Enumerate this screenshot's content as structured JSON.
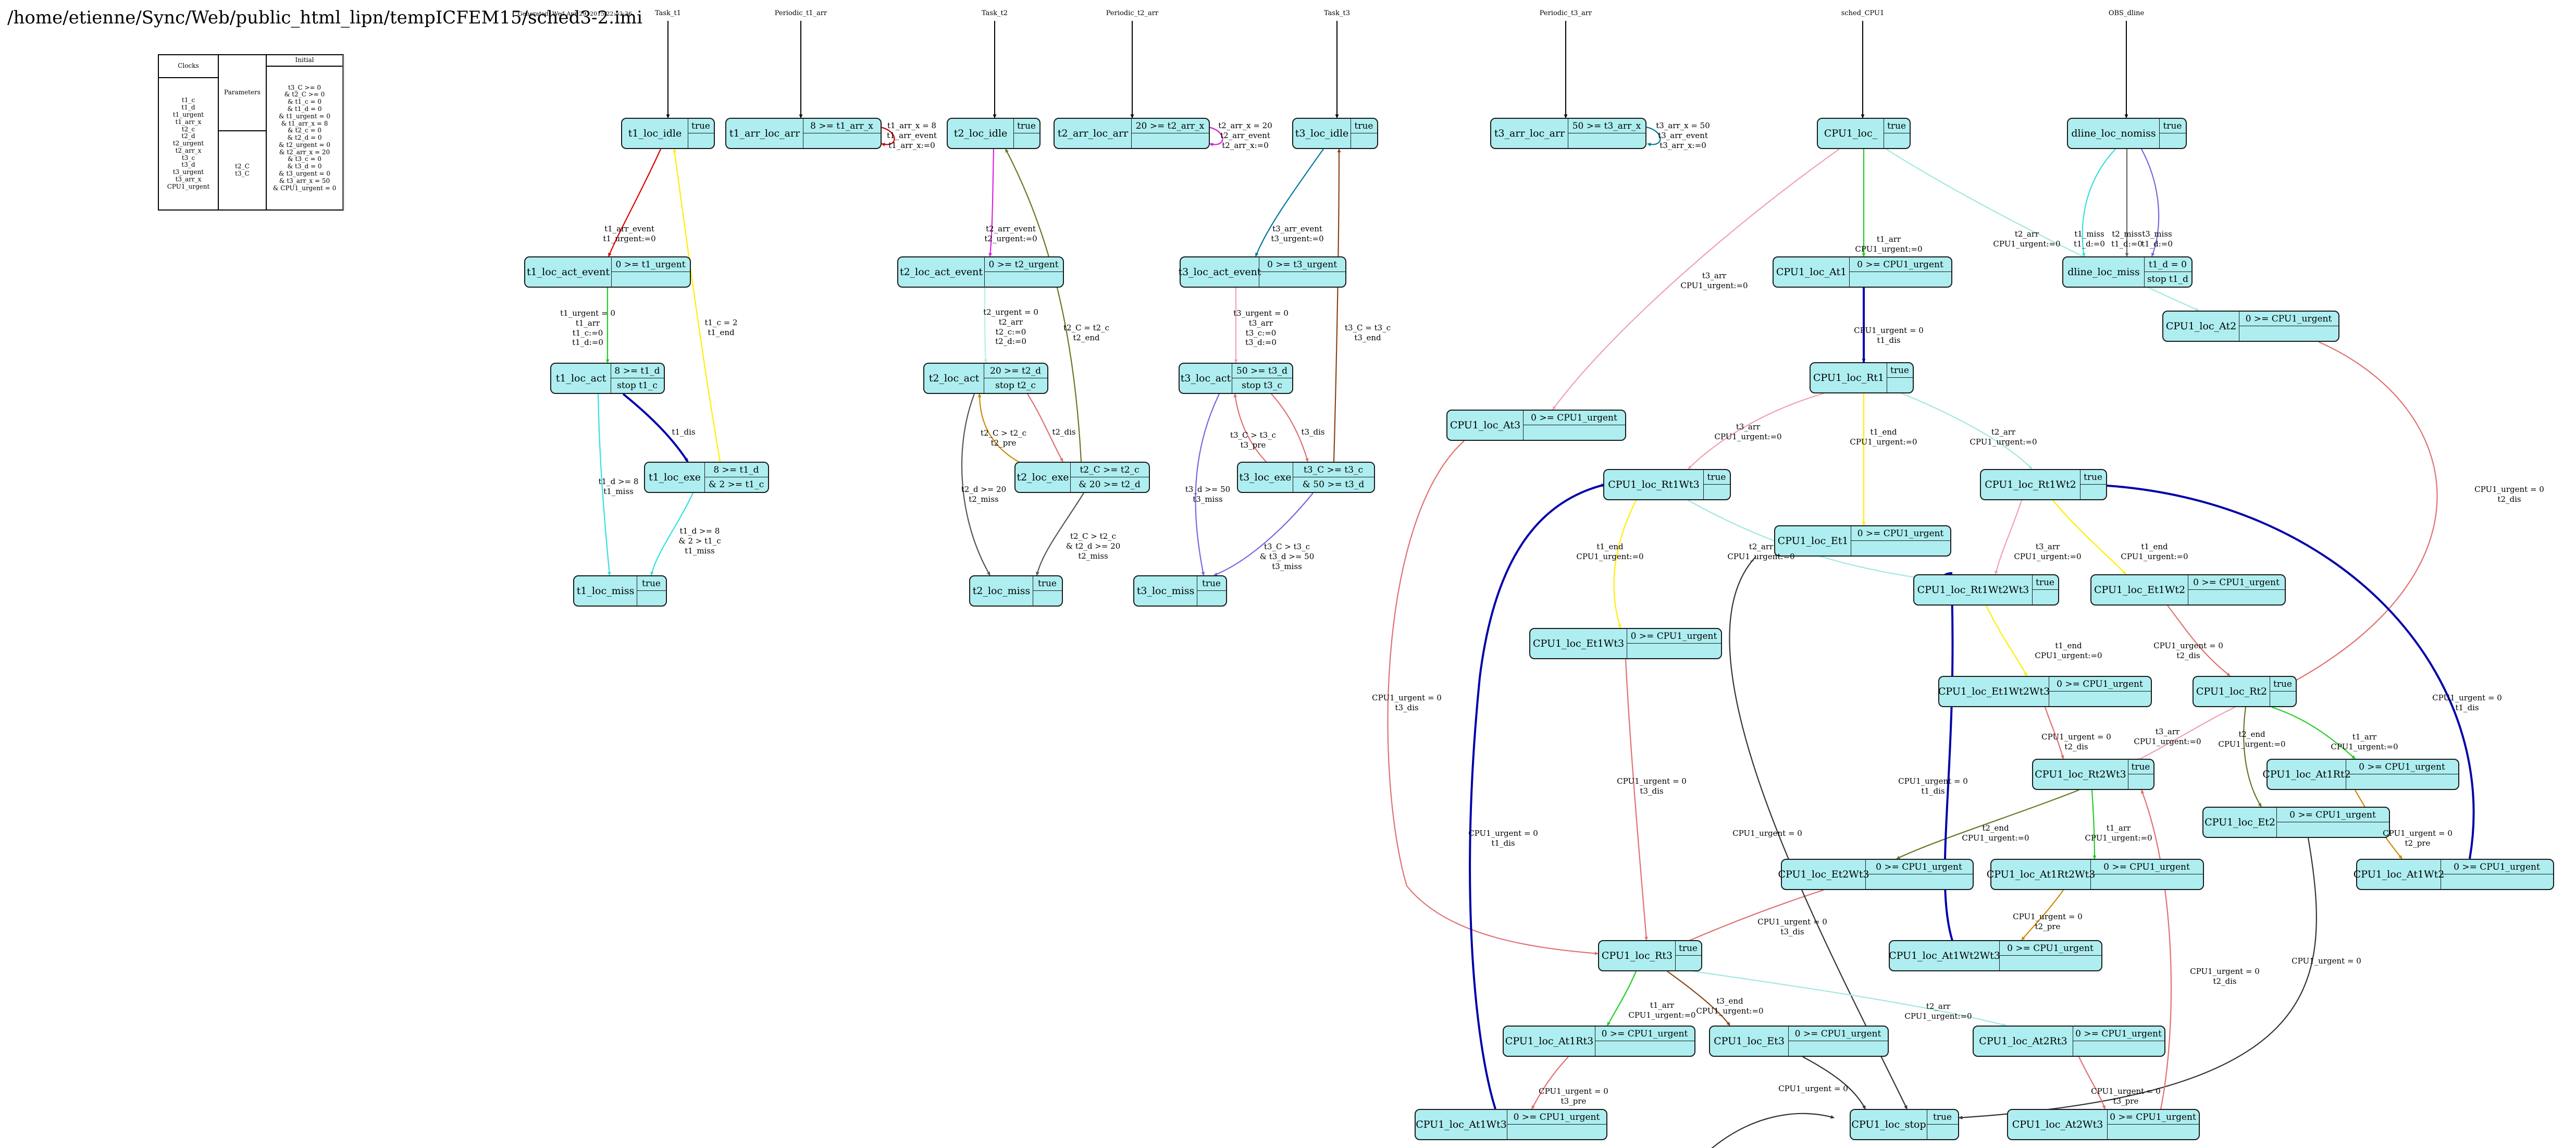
{
  "title": "/home/etienne/Sync/Web/public_html_lipn/tempICFEM15/sched3-2.imi",
  "generated": "Generated: Wed Apr 29, 2015 22:53:36",
  "table": {
    "headers": {
      "clocks": "Clocks",
      "parameters": "Parameters",
      "initial": "Initial"
    },
    "clocks": [
      "t1_c",
      "t1_d",
      "t1_urgent",
      "t1_arr_x",
      "t2_c",
      "t2_d",
      "t2_urgent",
      "t2_arr_x",
      "t3_c",
      "t3_d",
      "t3_urgent",
      "t3_arr_x",
      "CPU1_urgent"
    ],
    "parameters": [
      "t2_C",
      "t3_C"
    ],
    "initial": [
      "t3_C >= 0",
      "& t2_C >= 0",
      "& t1_c = 0",
      "& t1_d = 0",
      "& t1_urgent = 0",
      "& t1_arr_x = 8",
      "& t2_c = 0",
      "& t2_d = 0",
      "& t2_urgent = 0",
      "& t2_arr_x = 20",
      "& t3_c = 0",
      "& t3_d = 0",
      "& t3_urgent = 0",
      "& t3_arr_x = 50",
      "& CPU1_urgent = 0"
    ]
  },
  "automata": [
    {
      "id": "a_t1",
      "label": "Task_t1"
    },
    {
      "id": "a_p1",
      "label": "Periodic_t1_arr"
    },
    {
      "id": "a_t2",
      "label": "Task_t2"
    },
    {
      "id": "a_p2",
      "label": "Periodic_t2_arr"
    },
    {
      "id": "a_t3",
      "label": "Task_t3"
    },
    {
      "id": "a_p3",
      "label": "Periodic_t3_arr"
    },
    {
      "id": "a_cpu",
      "label": "sched_CPU1"
    },
    {
      "id": "a_obs",
      "label": "OBS_dline"
    }
  ],
  "states": [
    {
      "id": "t1_idle",
      "name": "t1_loc_idle",
      "inv": "true"
    },
    {
      "id": "t1_act_event",
      "name": "t1_loc_act_event",
      "inv": "0 >= t1_urgent"
    },
    {
      "id": "t1_act",
      "name": "t1_loc_act",
      "inv": "8 >= t1_d",
      "stop": "stop t1_c"
    },
    {
      "id": "t1_exe",
      "name": "t1_loc_exe",
      "inv": "8 >= t1_d",
      "stop": "& 2 >= t1_c"
    },
    {
      "id": "t1_miss",
      "name": "t1_loc_miss",
      "inv": "true"
    },
    {
      "id": "t1_arr",
      "name": "t1_arr_loc_arr",
      "inv": "8 >= t1_arr_x"
    },
    {
      "id": "t2_idle",
      "name": "t2_loc_idle",
      "inv": "true"
    },
    {
      "id": "t2_act_event",
      "name": "t2_loc_act_event",
      "inv": "0 >= t2_urgent"
    },
    {
      "id": "t2_act",
      "name": "t2_loc_act",
      "inv": "20 >= t2_d",
      "stop": "stop t2_c"
    },
    {
      "id": "t2_exe",
      "name": "t2_loc_exe",
      "inv": "t2_C >= t2_c",
      "stop": "& 20 >= t2_d"
    },
    {
      "id": "t2_miss",
      "name": "t2_loc_miss",
      "inv": "true"
    },
    {
      "id": "t2_arr",
      "name": "t2_arr_loc_arr",
      "inv": "20 >= t2_arr_x"
    },
    {
      "id": "t3_idle",
      "name": "t3_loc_idle",
      "inv": "true"
    },
    {
      "id": "t3_act_event",
      "name": "t3_loc_act_event",
      "inv": "0 >= t3_urgent"
    },
    {
      "id": "t3_act",
      "name": "t3_loc_act",
      "inv": "50 >= t3_d",
      "stop": "stop t3_c"
    },
    {
      "id": "t3_exe",
      "name": "t3_loc_exe",
      "inv": "t3_C >= t3_c",
      "stop": "& 50 >= t3_d"
    },
    {
      "id": "t3_miss",
      "name": "t3_loc_miss",
      "inv": "true"
    },
    {
      "id": "t3_arr",
      "name": "t3_arr_loc_arr",
      "inv": "50 >= t3_arr_x"
    },
    {
      "id": "cpu_init",
      "name": "CPU1_loc_",
      "inv": "true"
    },
    {
      "id": "cpu_At1",
      "name": "CPU1_loc_At1",
      "inv": "0 >= CPU1_urgent"
    },
    {
      "id": "cpu_At2",
      "name": "CPU1_loc_At2",
      "inv": "0 >= CPU1_urgent"
    },
    {
      "id": "cpu_At3",
      "name": "CPU1_loc_At3",
      "inv": "0 >= CPU1_urgent"
    },
    {
      "id": "cpu_Rt1",
      "name": "CPU1_loc_Rt1",
      "inv": "true"
    },
    {
      "id": "cpu_Rt1Wt3",
      "name": "CPU1_loc_Rt1Wt3",
      "inv": "true"
    },
    {
      "id": "cpu_Rt1Wt2",
      "name": "CPU1_loc_Rt1Wt2",
      "inv": "true"
    },
    {
      "id": "cpu_Et1",
      "name": "CPU1_loc_Et1",
      "inv": "0 >= CPU1_urgent"
    },
    {
      "id": "cpu_Rt1Wt2Wt3",
      "name": "CPU1_loc_Rt1Wt2Wt3",
      "inv": "true"
    },
    {
      "id": "cpu_Et1Wt2",
      "name": "CPU1_loc_Et1Wt2",
      "inv": "0 >= CPU1_urgent"
    },
    {
      "id": "cpu_Et1Wt3",
      "name": "CPU1_loc_Et1Wt3",
      "inv": "0 >= CPU1_urgent"
    },
    {
      "id": "cpu_Et1Wt2Wt3",
      "name": "CPU1_loc_Et1Wt2Wt3",
      "inv": "0 >= CPU1_urgent"
    },
    {
      "id": "cpu_Rt2",
      "name": "CPU1_loc_Rt2",
      "inv": "true"
    },
    {
      "id": "cpu_Rt2Wt3",
      "name": "CPU1_loc_Rt2Wt3",
      "inv": "true"
    },
    {
      "id": "cpu_At1Rt2",
      "name": "CPU1_loc_At1Rt2",
      "inv": "0 >= CPU1_urgent"
    },
    {
      "id": "cpu_Et2",
      "name": "CPU1_loc_Et2",
      "inv": "0 >= CPU1_urgent"
    },
    {
      "id": "cpu_At1Wt2",
      "name": "CPU1_loc_At1Wt2",
      "inv": "0 >= CPU1_urgent"
    },
    {
      "id": "cpu_Et2Wt3",
      "name": "CPU1_loc_Et2Wt3",
      "inv": "0 >= CPU1_urgent"
    },
    {
      "id": "cpu_At1Rt2Wt3",
      "name": "CPU1_loc_At1Rt2Wt3",
      "inv": "0 >= CPU1_urgent"
    },
    {
      "id": "cpu_At1Wt2Wt3",
      "name": "CPU1_loc_At1Wt2Wt3",
      "inv": "0 >= CPU1_urgent"
    },
    {
      "id": "cpu_Rt3",
      "name": "CPU1_loc_Rt3",
      "inv": "true"
    },
    {
      "id": "cpu_At1Rt3",
      "name": "CPU1_loc_At1Rt3",
      "inv": "0 >= CPU1_urgent"
    },
    {
      "id": "cpu_Et3",
      "name": "CPU1_loc_Et3",
      "inv": "0 >= CPU1_urgent"
    },
    {
      "id": "cpu_At2Rt3",
      "name": "CPU1_loc_At2Rt3",
      "inv": "0 >= CPU1_urgent"
    },
    {
      "id": "cpu_At1Wt3",
      "name": "CPU1_loc_At1Wt3",
      "inv": "0 >= CPU1_urgent"
    },
    {
      "id": "cpu_stop",
      "name": "CPU1_loc_stop",
      "inv": "true"
    },
    {
      "id": "cpu_At2Wt3",
      "name": "CPU1_loc_At2Wt3",
      "inv": "0 >= CPU1_urgent"
    },
    {
      "id": "dl_nomiss",
      "name": "dline_loc_nomiss",
      "inv": "true"
    },
    {
      "id": "dl_miss",
      "name": "dline_loc_miss",
      "inv": "t1_d = 0",
      "stop": "stop t1_d"
    }
  ],
  "edges": [
    {
      "id": "e1",
      "color": "#dd0000",
      "lines": [
        "t1_arr_event",
        "t1_urgent:=0"
      ]
    },
    {
      "id": "e2",
      "color": "#22cc22",
      "lines": [
        "t1_urgent = 0",
        "t1_arr",
        "t1_c:=0",
        "t1_d:=0"
      ]
    },
    {
      "id": "e3",
      "color": "#ffee00",
      "lines": [
        "t1_c = 2",
        "t1_end"
      ]
    },
    {
      "id": "e4",
      "color": "#0000aa",
      "lines": [
        "t1_dis"
      ]
    },
    {
      "id": "e5",
      "color": "#33e0e0",
      "lines": [
        "t1_d >= 8",
        "t1_miss"
      ]
    },
    {
      "id": "e6",
      "color": "#33e0e0",
      "lines": [
        "t1_d >= 8",
        "& 2 > t1_c",
        "t1_miss"
      ]
    },
    {
      "id": "e7",
      "color": "#cc0000",
      "lines": [
        "t1_arr_x = 8",
        "t1_arr_event",
        "t1_arr_x:=0"
      ]
    },
    {
      "id": "e8",
      "color": "#dd22dd",
      "lines": [
        "t2_arr_event",
        "t2_urgent:=0"
      ]
    },
    {
      "id": "e9",
      "color": "#b4f0e0",
      "lines": [
        "t2_urgent = 0",
        "t2_arr",
        "t2_c:=0",
        "t2_d:=0"
      ]
    },
    {
      "id": "e10",
      "color": "#667722",
      "lines": [
        "t2_C = t2_c",
        "t2_end"
      ]
    },
    {
      "id": "e11",
      "color": "#e07070",
      "lines": [
        "t2_dis"
      ]
    },
    {
      "id": "e12",
      "color": "#cc8800",
      "lines": [
        "t2_C > t2_c",
        "t2_pre"
      ]
    },
    {
      "id": "e13",
      "color": "#555555",
      "lines": [
        "t2_d >= 20",
        "t2_miss"
      ]
    },
    {
      "id": "e14",
      "color": "#555555",
      "lines": [
        "t2_C > t2_c",
        "& t2_d >= 20",
        "t2_miss"
      ]
    },
    {
      "id": "e15",
      "color": "#cc22cc",
      "lines": [
        "t2_arr_x = 20",
        "t2_arr_event",
        "t2_arr_x:=0"
      ]
    },
    {
      "id": "e16",
      "color": "#007799",
      "lines": [
        "t3_arr_event",
        "t3_urgent:=0"
      ]
    },
    {
      "id": "e17",
      "color": "#f0a0c0",
      "lines": [
        "t3_urgent = 0",
        "t3_arr",
        "t3_c:=0",
        "t3_d:=0"
      ]
    },
    {
      "id": "e18",
      "color": "#884411",
      "lines": [
        "t3_C = t3_c",
        "t3_end"
      ]
    },
    {
      "id": "e19",
      "color": "#e07070",
      "lines": [
        "t3_dis"
      ]
    },
    {
      "id": "e20",
      "color": "#e07070",
      "lines": [
        "t3_C > t3_c",
        "t3_pre"
      ]
    },
    {
      "id": "e21",
      "color": "#7766dd",
      "lines": [
        "t3_d >= 50",
        "t3_miss"
      ]
    },
    {
      "id": "e22",
      "color": "#7766dd",
      "lines": [
        "t3_C > t3_c",
        "& t3_d >= 50",
        "t3_miss"
      ]
    },
    {
      "id": "e23",
      "color": "#007799",
      "lines": [
        "t3_arr_x = 50",
        "t3_arr_event",
        "t3_arr_x:=0"
      ]
    },
    {
      "id": "e24",
      "color": "#22cc22",
      "lines": [
        "t1_arr",
        "CPU1_urgent:=0"
      ]
    },
    {
      "id": "e25",
      "color": "#a0e8e0",
      "lines": [
        "t2_arr",
        "CPU1_urgent:=0"
      ]
    },
    {
      "id": "e26",
      "color": "#f0a0b0",
      "lines": [
        "t3_arr",
        "CPU1_urgent:=0"
      ]
    },
    {
      "id": "e27",
      "color": "#0000aa",
      "lines": [
        "CPU1_urgent = 0",
        "t1_dis"
      ]
    },
    {
      "id": "e28",
      "color": "#e07070",
      "lines": [
        "CPU1_urgent = 0",
        "t2_dis"
      ]
    },
    {
      "id": "e29",
      "color": "#e07070",
      "lines": [
        "CPU1_urgent = 0",
        "t3_dis"
      ]
    },
    {
      "id": "e30",
      "color": "#f0a0b0",
      "lines": [
        "t3_arr",
        "CPU1_urgent:=0"
      ]
    },
    {
      "id": "e31",
      "color": "#ffee00",
      "lines": [
        "t1_end",
        "CPU1_urgent:=0"
      ]
    },
    {
      "id": "e32",
      "color": "#a0e8e0",
      "lines": [
        "t2_arr",
        "CPU1_urgent:=0"
      ]
    },
    {
      "id": "e33",
      "color": "#ffee00",
      "lines": [
        "t1_end",
        "CPU1_urgent:=0"
      ]
    },
    {
      "id": "e34",
      "color": "#a0e8e0",
      "lines": [
        "t2_arr",
        "CPU1_urgent:=0"
      ]
    },
    {
      "id": "e35",
      "color": "#f0a0b0",
      "lines": [
        "t3_arr",
        "CPU1_urgent:=0"
      ]
    },
    {
      "id": "e36",
      "color": "#ffee00",
      "lines": [
        "t1_end",
        "CPU1_urgent:=0"
      ]
    },
    {
      "id": "e37",
      "color": "#ffee00",
      "lines": [
        "t1_end",
        "CPU1_urgent:=0"
      ]
    },
    {
      "id": "e38",
      "color": "#e07070",
      "lines": [
        "CPU1_urgent = 0",
        "t2_dis"
      ]
    },
    {
      "id": "e39",
      "color": "#e07070",
      "lines": [
        "CPU1_urgent = 0",
        "t3_dis"
      ]
    },
    {
      "id": "e40",
      "color": "#e07070",
      "lines": [
        "CPU1_urgent = 0",
        "t2_dis"
      ]
    },
    {
      "id": "e41",
      "color": "#f0a0b0",
      "lines": [
        "t3_arr",
        "CPU1_urgent:=0"
      ]
    },
    {
      "id": "e42",
      "color": "#667722",
      "lines": [
        "t2_end",
        "CPU1_urgent:=0"
      ]
    },
    {
      "id": "e43",
      "color": "#22cc22",
      "lines": [
        "t1_arr",
        "CPU1_urgent:=0"
      ]
    },
    {
      "id": "e44",
      "color": "#cc8800",
      "lines": [
        "CPU1_urgent = 0",
        "t2_pre"
      ]
    },
    {
      "id": "e45",
      "color": "#0000aa",
      "lines": [
        "CPU1_urgent = 0",
        "t1_dis"
      ]
    },
    {
      "id": "e46",
      "color": "#333333",
      "lines": [
        "CPU1_urgent = 0"
      ]
    },
    {
      "id": "e47",
      "color": "#667722",
      "lines": [
        "t2_end",
        "CPU1_urgent:=0"
      ]
    },
    {
      "id": "e48",
      "color": "#22cc22",
      "lines": [
        "t1_arr",
        "CPU1_urgent:=0"
      ]
    },
    {
      "id": "e49",
      "color": "#0000aa",
      "lines": [
        "CPU1_urgent = 0",
        "t1_dis"
      ]
    },
    {
      "id": "e50",
      "color": "#cc8800",
      "lines": [
        "CPU1_urgent = 0",
        "t2_pre"
      ]
    },
    {
      "id": "e51",
      "color": "#e07070",
      "lines": [
        "CPU1_urgent = 0",
        "t3_dis"
      ]
    },
    {
      "id": "e52",
      "color": "#e07070",
      "lines": [
        "CPU1_urgent = 0",
        "t2_dis"
      ]
    },
    {
      "id": "e53",
      "color": "#333333",
      "lines": [
        "CPU1_urgent = 0"
      ]
    },
    {
      "id": "e54",
      "color": "#0000aa",
      "lines": [
        "CPU1_urgent = 0",
        "t1_dis"
      ]
    },
    {
      "id": "e55",
      "color": "#22cc22",
      "lines": [
        "t1_arr",
        "CPU1_urgent:=0"
      ]
    },
    {
      "id": "e56",
      "color": "#884411",
      "lines": [
        "t3_end",
        "CPU1_urgent:=0"
      ]
    },
    {
      "id": "e57",
      "color": "#a0e8e0",
      "lines": [
        "t2_arr",
        "CPU1_urgent:=0"
      ]
    },
    {
      "id": "e58",
      "color": "#e07070",
      "lines": [
        "CPU1_urgent = 0",
        "t3_pre"
      ]
    },
    {
      "id": "e59",
      "color": "#333333",
      "lines": [
        "CPU1_urgent = 0"
      ]
    },
    {
      "id": "e60",
      "color": "#e07070",
      "lines": [
        "CPU1_urgent = 0",
        "t3_pre"
      ]
    },
    {
      "id": "e61",
      "color": "#33e0e0",
      "lines": [
        "t1_miss",
        "t1_d:=0"
      ]
    },
    {
      "id": "e62",
      "color": "#666666",
      "lines": [
        "t2_miss",
        "t1_d:=0"
      ]
    },
    {
      "id": "e63",
      "color": "#7766dd",
      "lines": [
        "t3_miss",
        "t1_d:=0"
      ]
    },
    {
      "id": "e64",
      "color": "#333333",
      "lines": []
    }
  ]
}
